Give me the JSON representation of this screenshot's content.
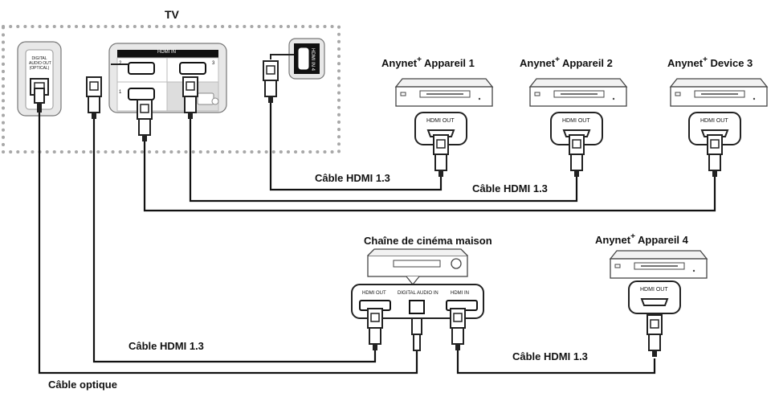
{
  "title": "TV",
  "devices": {
    "dev1": {
      "brand": "Anynet",
      "sup": "+",
      "name": " Appareil 1",
      "port": "HDMI OUT"
    },
    "dev2": {
      "brand": "Anynet",
      "sup": "+",
      "name": " Appareil 2",
      "port": "HDMI OUT"
    },
    "dev3": {
      "brand": "Anynet",
      "sup": "+",
      "name": " Device 3",
      "port": "HDMI OUT"
    },
    "dev4": {
      "brand": "Anynet",
      "sup": "+",
      "name": " Appareil 4",
      "port": "HDMI OUT"
    }
  },
  "home_theater": {
    "label": "Chaîne de cinéma maison",
    "ports": [
      "HDMI OUT",
      "DIGITAL AUDIO IN",
      "HDMI IN"
    ]
  },
  "tv_ports": {
    "digital_audio": [
      "DIGITAL",
      "AUDIO OUT",
      "(OPTICAL)"
    ],
    "hdmi_in": "HDMI IN",
    "hdmi_in_4": "HDMI IN 4",
    "numbers": [
      "2",
      "3",
      "1"
    ]
  },
  "cables": {
    "hdmi_1": "Câble HDMI 1.3",
    "hdmi_2": "Câble HDMI 1.3",
    "hdmi_3": "Câble HDMI 1.3",
    "hdmi_4": "Câble HDMI 1.3",
    "optical": "Câble optique"
  }
}
